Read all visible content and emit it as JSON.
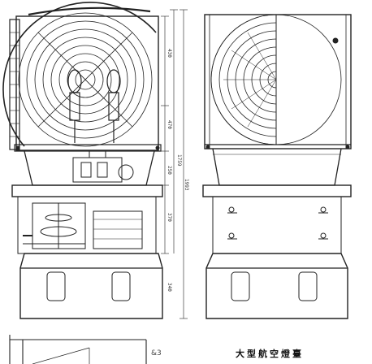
{
  "caption": "大型航空燈臺",
  "stamp": "&3",
  "dimensions": {
    "d1": "430",
    "d2": "470",
    "d3": "1759",
    "d4": "250",
    "d5": "370",
    "d6": "340",
    "d7": "1993"
  }
}
